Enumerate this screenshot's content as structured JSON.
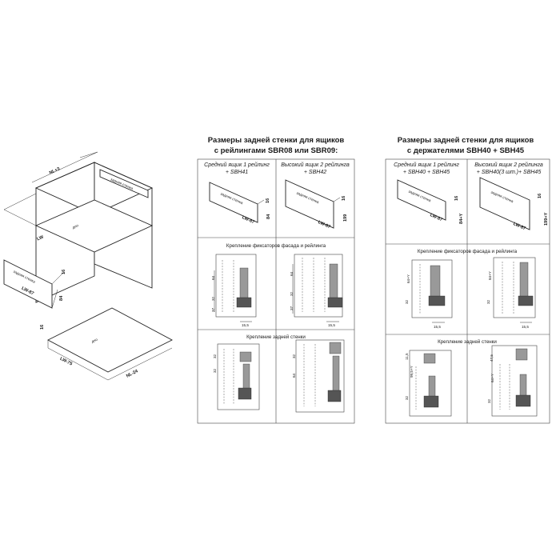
{
  "iso": {
    "top_width": "NL+3",
    "side_depth": "LW",
    "back_label": "задняя стенка",
    "back_width": "LW-87",
    "back_h1": "16",
    "back_h2": "84",
    "bottom_h": "16",
    "bottom_w": "LW-75",
    "bottom_d": "NL-24",
    "bottom_label": "дно"
  },
  "group_left": {
    "title_1": "Размеры задней стенки для ящиков",
    "title_2": "с рейлингами SBR08 или SBR09:",
    "col1_1": "Средний ящик 1 рейлинг",
    "col1_2": "+ SBH41",
    "col2_1": "Высокий ящик 2 рейлинга",
    "col2_2": "+ SBH42",
    "panel_label": "задняя стенка",
    "width1": "LW-87",
    "width2": "LW-87",
    "h1": "16",
    "h2": "16",
    "hh1": "84",
    "hh2": "199",
    "section1": "Крепление фиксаторов фасада и рейлинга",
    "section2": "Крепление задней стенки"
  },
  "group_right": {
    "title_1": "Размеры задней стенки для ящиков",
    "title_2": "с держателями SBH40 + SBH45",
    "col1_1": "Средний ящик 1 рейлинг",
    "col1_2": "+ SBH40 + SBH45",
    "col2_1": "Высокий ящик 2 рейлинга",
    "col2_2": "+ SBH40(3 шт.)+ SBH45",
    "panel_label": "задняя стенка",
    "width1": "LW-87",
    "width2": "LW-87",
    "h1": "16",
    "h2": "16",
    "hh1": "84+Y",
    "hh2": "199+Y",
    "section1": "Крепление фиксаторов фасада и рейлинга",
    "section2": "Крепление задней стенки"
  },
  "dims": {
    "d15_5": "15,5",
    "d32": "32",
    "d37": "37",
    "d64": "64",
    "d32b": "32",
    "d84y": "64+Y",
    "d84y2": "84+Y",
    "d64y": "64+Y",
    "d99": "99,5+Y",
    "d11_5": "11,5",
    "d47": "47,5"
  },
  "colors": {
    "line": "#222222",
    "fill_dark": "#555555",
    "fill_mid": "#999999"
  }
}
